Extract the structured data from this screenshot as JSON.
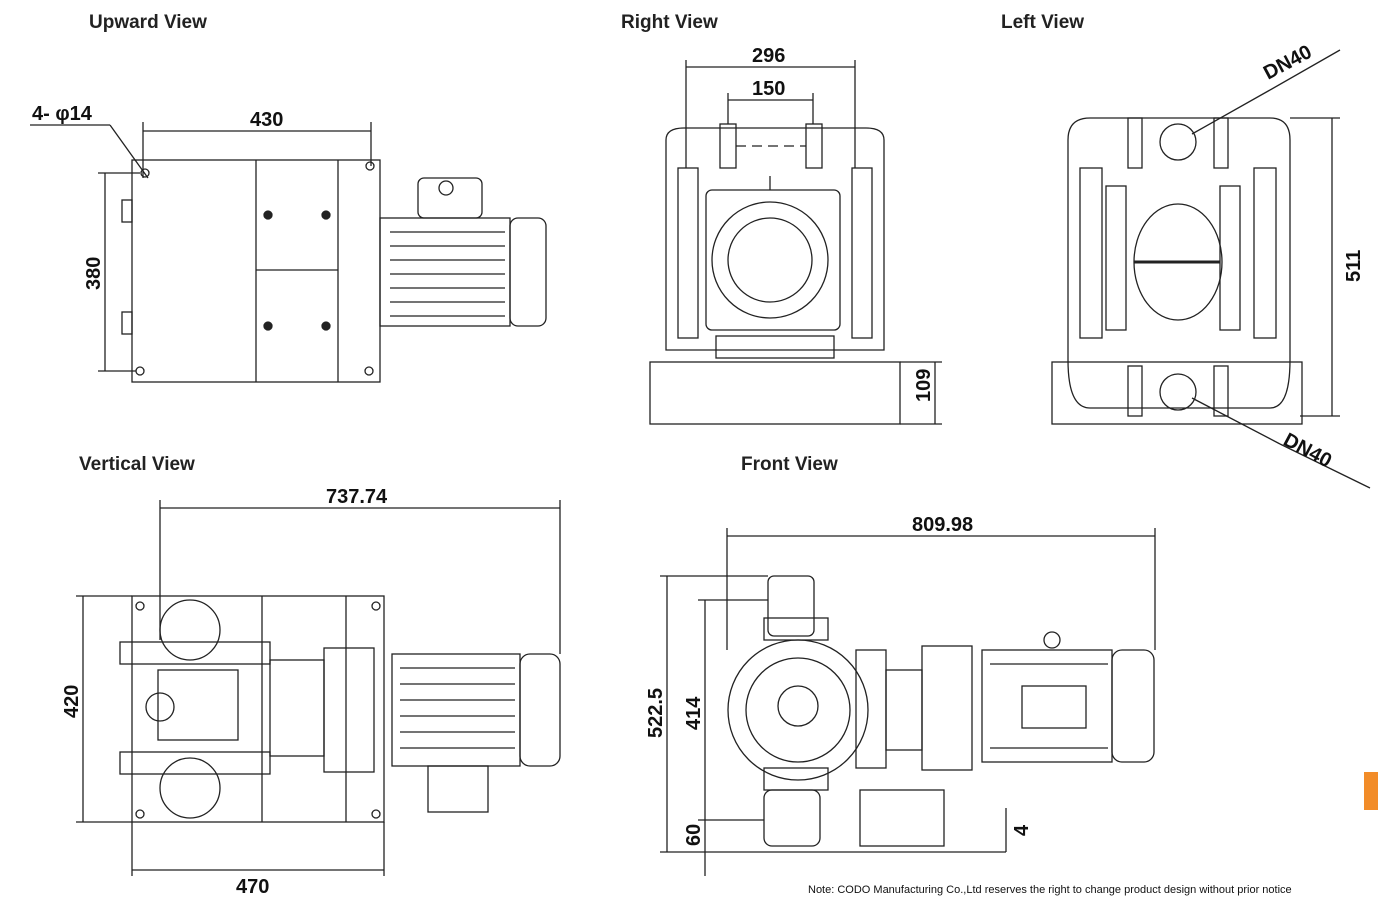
{
  "views": {
    "upward": "Upward View",
    "right": "Right View",
    "left": "Left View",
    "vertical": "Vertical View",
    "front": "Front View"
  },
  "dims": {
    "hole": "4- φ14",
    "w430": "430",
    "h380": "380",
    "w296": "296",
    "w150": "150",
    "h109": "109",
    "dn_top": "DN40",
    "dn_bottom": "DN40",
    "h511": "511",
    "w737": "737.74",
    "h420": "420",
    "w470": "470",
    "w809": "809.98",
    "h522": "522.5",
    "h414": "414",
    "h60": "60",
    "h4": "4"
  },
  "note": "Note: CODO Manufacturing Co.,Ltd reserves the right to change product design without prior notice",
  "colors": {
    "accent": "#f28c28",
    "line": "#222222"
  }
}
